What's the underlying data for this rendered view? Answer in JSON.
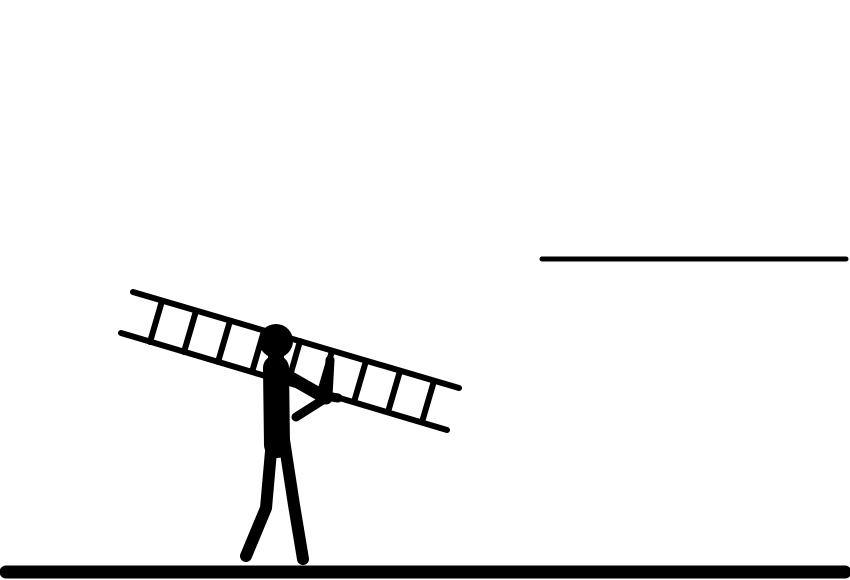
{
  "scene": {
    "background_color": "#ffffff",
    "ink_color": "#000000",
    "objects": [
      "ground-line",
      "ledge-line",
      "ladder",
      "stick-figure"
    ]
  }
}
